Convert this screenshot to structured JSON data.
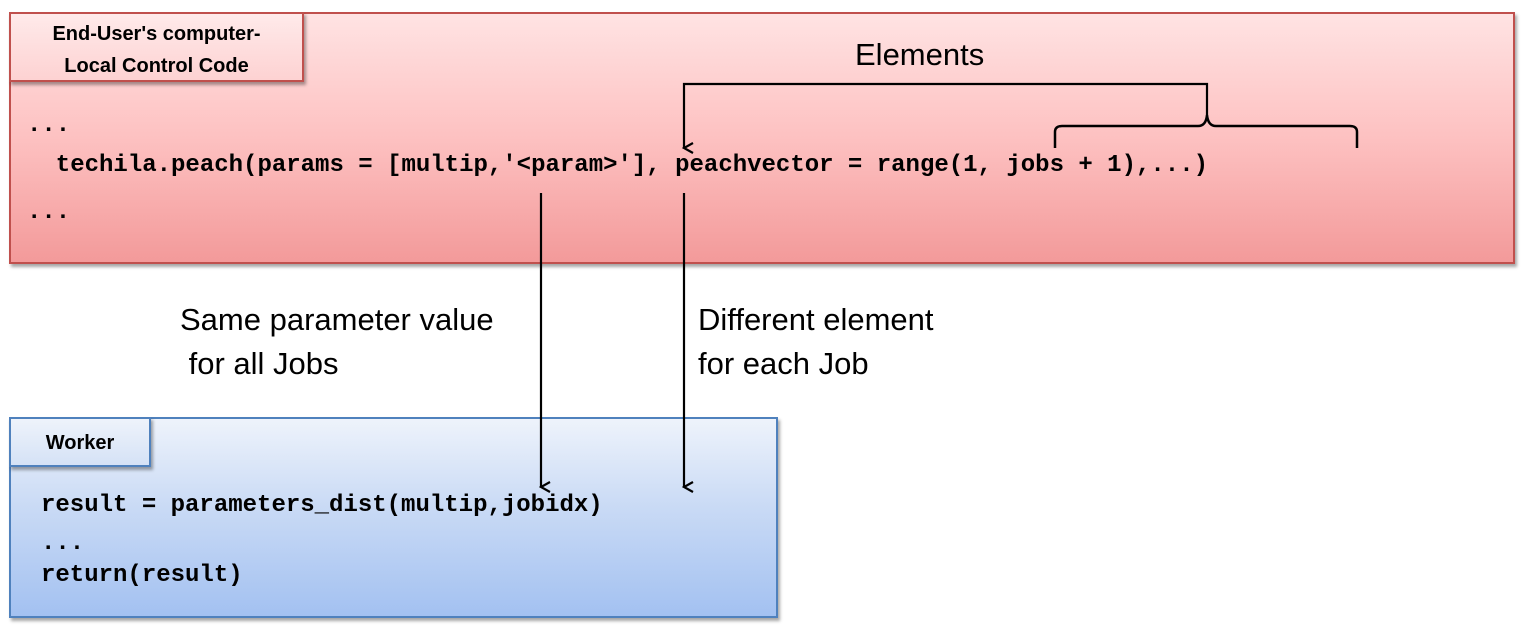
{
  "local": {
    "tag_line1": "End-User's computer-",
    "tag_line2": "Local Control Code",
    "code_line1": "...",
    "code_line2": "  techila.peach(params = [multip,'<param>'], peachvector = range(1, jobs + 1),...)",
    "code_line3": "..."
  },
  "worker": {
    "tag": "Worker",
    "code_line1": "result = parameters_dist(multip,jobidx)",
    "code_line2": "...",
    "code_line3": "return(result)"
  },
  "annotations": {
    "elements": "Elements",
    "same_line1": "Same parameter value",
    "same_line2": " for all Jobs",
    "diff_line1": "Different element",
    "diff_line2": "for each Job"
  },
  "colors": {
    "local_border": "#c0504d",
    "local_fill": "#fdc1c1",
    "worker_border": "#4f81bd",
    "worker_fill": "#c9daf5"
  }
}
